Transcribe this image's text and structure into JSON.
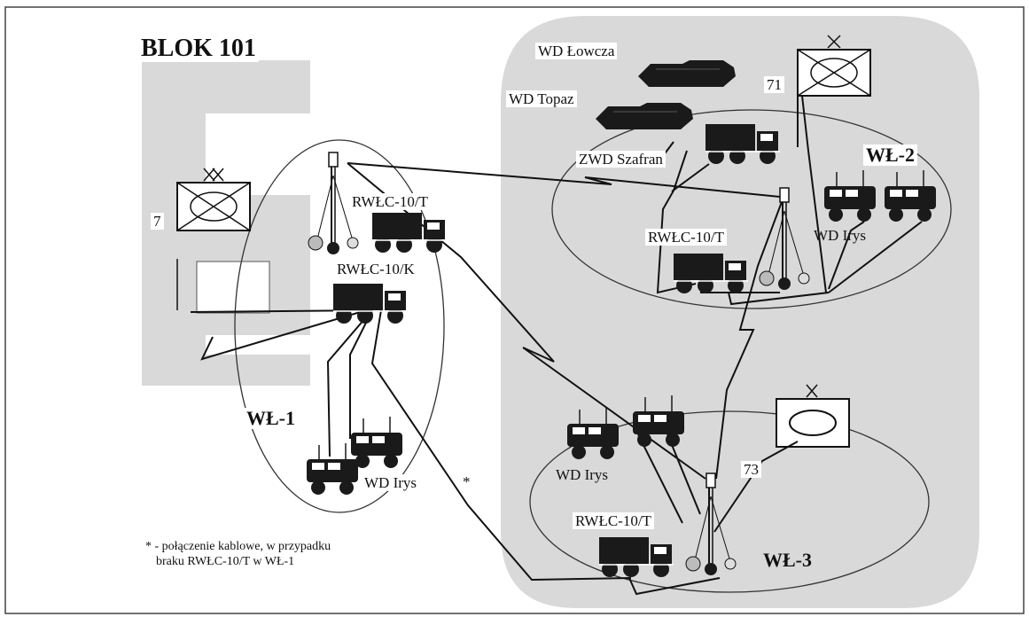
{
  "title": "BLOK 101",
  "labels": {
    "wd_lowcza": "WD Łowcza",
    "wd_topaz": "WD Topaz",
    "zwd_szafran": "ZWD Szafran",
    "wl2": "WŁ-2",
    "wl1": "WŁ-1",
    "wl3": "WŁ-3",
    "rwlc_t_left": "RWŁC-10/T",
    "rwlc_k": "RWŁC-10/K",
    "rwlc_t_right": "RWŁC-10/T",
    "rwlc_t_bottom": "RWŁC-10/T",
    "wd_irys_right": "WD Irys",
    "wd_irys_left": "WD Irys",
    "wd_irys_bottom": "WD Irys",
    "n7": "7",
    "n71": "71",
    "n73": "73",
    "star": "*"
  },
  "note": {
    "line1": "* - połączenie kablowe, w przypadku",
    "line2": "braku RWŁC-10/T w WŁ-1"
  },
  "colors": {
    "area_gray": "#d9d9d9",
    "vehicle": "#1a1a1a",
    "line": "#111111"
  }
}
